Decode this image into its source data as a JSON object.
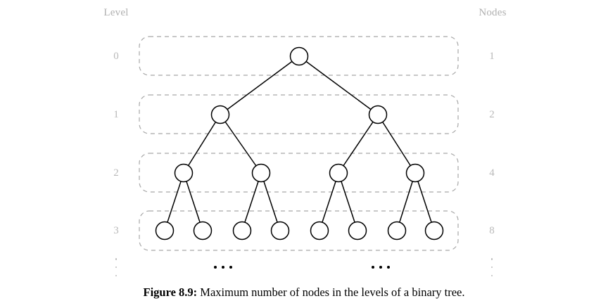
{
  "figure": {
    "caption_label": "Figure 8.9:",
    "caption_text": "Maximum number of nodes in the levels of a binary tree.",
    "headers": {
      "left": "Level",
      "right": "Nodes"
    },
    "colors": {
      "node_fill": "#ffffff",
      "node_stroke": "#000000",
      "edge": "#000000",
      "box_stroke": "#a8a8a8",
      "label_text": "#b9b9b9",
      "caption_text": "#000000",
      "background": "#ffffff"
    }
  },
  "chart_data": {
    "type": "diagram",
    "title": "Maximum number of nodes in the levels of a binary tree",
    "xlabel": "",
    "ylabel": "",
    "categories": [
      "0",
      "1",
      "2",
      "3"
    ],
    "values": [
      1,
      2,
      4,
      8
    ],
    "levels": [
      {
        "level": "0",
        "nodes": "1",
        "node_count": 1
      },
      {
        "level": "1",
        "nodes": "2",
        "node_count": 2
      },
      {
        "level": "2",
        "nodes": "4",
        "node_count": 4
      },
      {
        "level": "3",
        "nodes": "8",
        "node_count": 8
      }
    ],
    "continuation": {
      "level_ellipsis": "⋮",
      "nodes_ellipsis": "⋮",
      "tree_ellipsis_left": "•••",
      "tree_ellipsis_right": "•••"
    },
    "legend": [],
    "grid": false
  }
}
